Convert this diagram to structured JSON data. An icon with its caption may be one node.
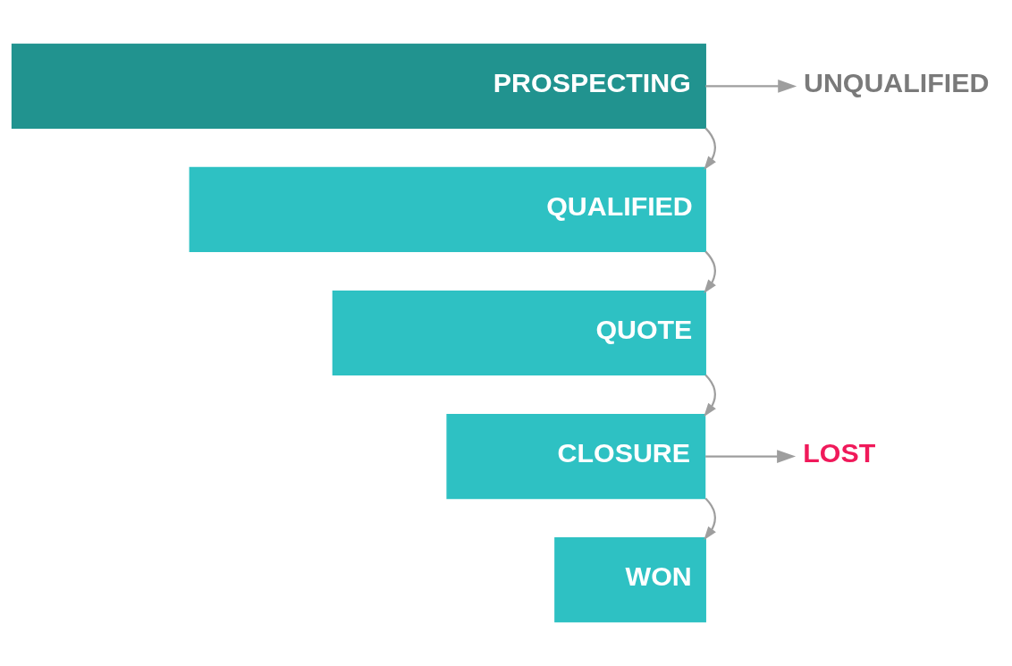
{
  "diagram": {
    "nodes": [
      {
        "text": [
          "PROSPECTING"
        ]
      },
      {
        "text": [
          "UNQUALIFIED"
        ]
      },
      {
        "text": [
          "QUALIFIED"
        ]
      },
      {
        "text": [
          "QUOTE"
        ]
      },
      {
        "text": [
          "CLOSURE"
        ]
      },
      {
        "text": [
          "LOST"
        ]
      },
      {
        "text": [
          "WON"
        ]
      }
    ],
    "edges": [
      {
        "from": 0,
        "to": 1,
        "arrow": "to"
      },
      {
        "from": 0,
        "to": 2,
        "arrow": "to"
      },
      {
        "from": 2,
        "to": 3,
        "arrow": "to"
      },
      {
        "from": 3,
        "to": 4,
        "arrow": "to"
      },
      {
        "from": 4,
        "to": 5,
        "arrow": "to"
      },
      {
        "from": 4,
        "to": 6,
        "arrow": "to"
      }
    ]
  }
}
